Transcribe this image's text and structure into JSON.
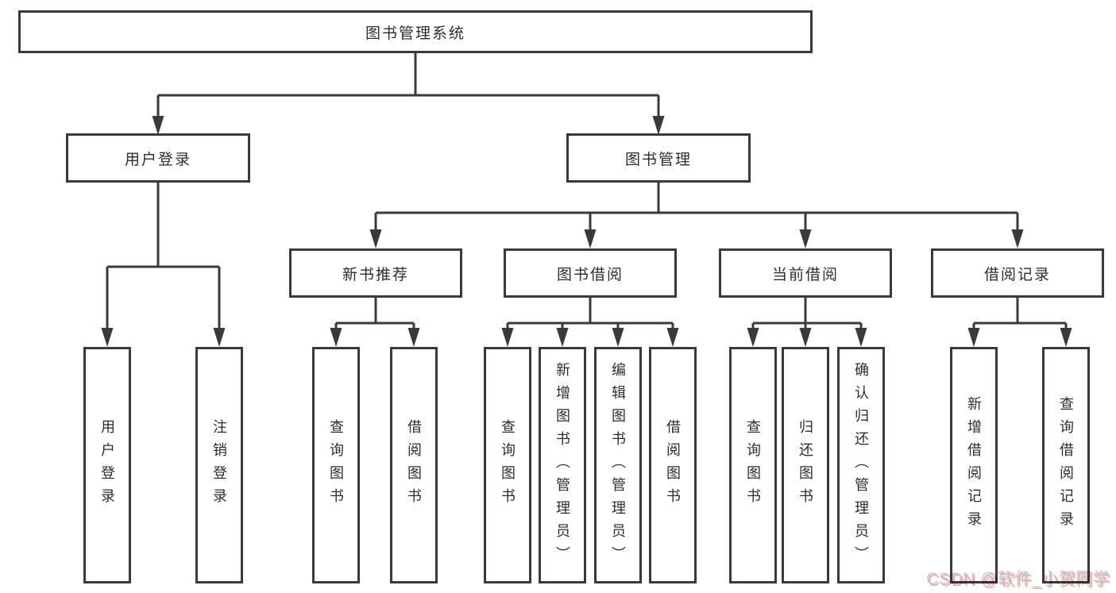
{
  "watermark": {
    "text": "CSDN @软件_小贺同学"
  },
  "colors": {
    "line": "#3a3a3a",
    "box_border": "#3a3a3a",
    "box_background": "#ffffff",
    "text": "#2d2d2d",
    "watermark_gray": "#c7c7c7",
    "watermark_pink": "#e88282"
  },
  "tree": {
    "label": "图书管理系统",
    "children": [
      {
        "label": "用户登录",
        "children": [
          {
            "label": "用户登录"
          },
          {
            "label": "注销登录"
          }
        ]
      },
      {
        "label": "图书管理",
        "children": [
          {
            "label": "新书推荐",
            "children": [
              {
                "label": "查询图书"
              },
              {
                "label": "借阅图书"
              }
            ]
          },
          {
            "label": "图书借阅",
            "children": [
              {
                "label": "查询图书"
              },
              {
                "label": "新增图书（管理员）"
              },
              {
                "label": "编辑图书（管理员）"
              },
              {
                "label": "借阅图书"
              }
            ]
          },
          {
            "label": "当前借阅",
            "children": [
              {
                "label": "查询图书"
              },
              {
                "label": "归还图书"
              },
              {
                "label": "确认归还（管理员）"
              }
            ]
          },
          {
            "label": "借阅记录",
            "children": [
              {
                "label": "新增借阅记录"
              },
              {
                "label": "查询借阅记录"
              }
            ]
          }
        ]
      }
    ]
  }
}
